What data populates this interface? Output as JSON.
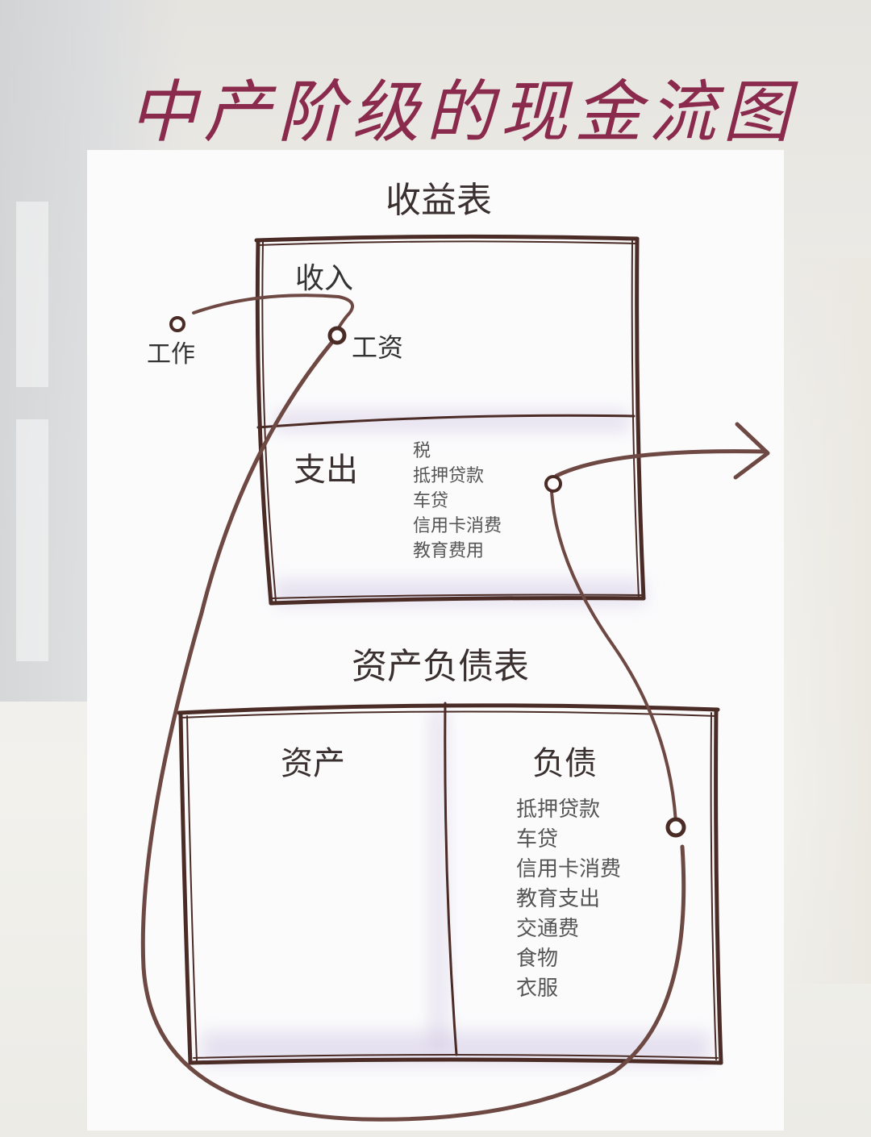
{
  "title": "中产阶级的现金流图",
  "colors": {
    "title": "#8a2a4c",
    "box_stroke": "#4a2b26",
    "flow_line": "#6e4842",
    "text": "#333333",
    "paper": "#fbfbfc",
    "shadow": "#c8b8dc"
  },
  "income_statement": {
    "heading": "收益表",
    "income": {
      "label": "收入",
      "items": [
        "工资"
      ]
    },
    "expenses": {
      "label": "支出",
      "items": [
        "税",
        "抵押贷款",
        "车贷",
        "信用卡消费",
        "教育费用"
      ]
    }
  },
  "external": {
    "source_label": "工作"
  },
  "balance_sheet": {
    "heading": "资产负债表",
    "assets": {
      "label": "资产",
      "items": []
    },
    "liabilities": {
      "label": "负债",
      "items": [
        "抵押贷款",
        "车贷",
        "信用卡消费",
        "教育支出",
        "交通费",
        "食物",
        "衣服"
      ]
    }
  },
  "flows": [
    {
      "from": "工作",
      "to": "工资",
      "type": "line"
    },
    {
      "from": "工资",
      "to": "负债",
      "type": "loop",
      "via": "资产负债表底部"
    },
    {
      "from": "负债",
      "to": "支出",
      "type": "line"
    },
    {
      "from": "支出",
      "to": "外部",
      "type": "arrow"
    }
  ]
}
